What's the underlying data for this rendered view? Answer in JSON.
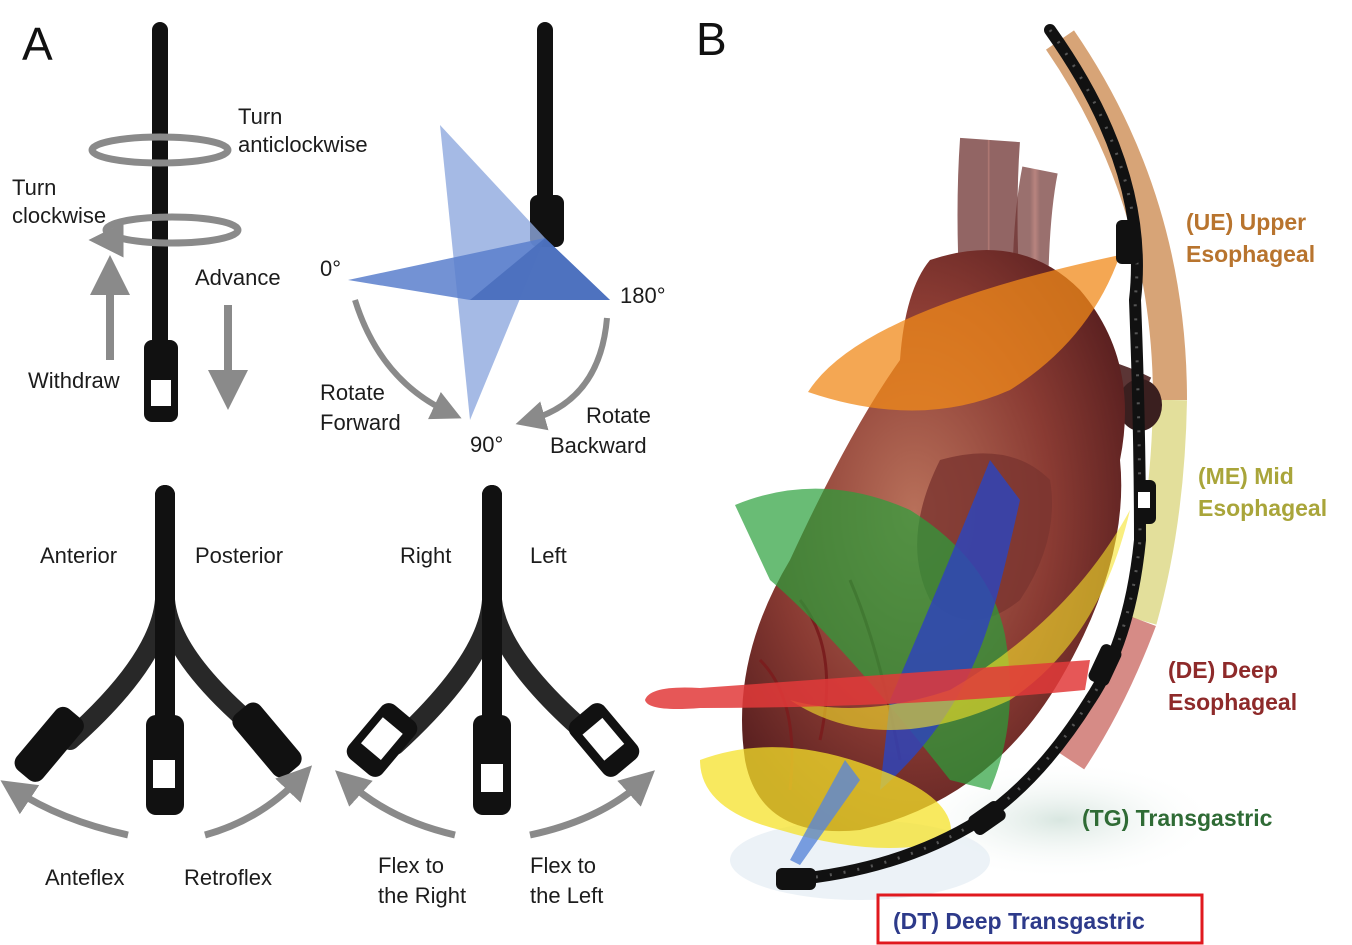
{
  "panel_a": {
    "letter": "A",
    "turn_anticlockwise": [
      "Turn",
      "anticlockwise"
    ],
    "turn_clockwise": [
      "Turn",
      "clockwise"
    ],
    "advance": "Advance",
    "withdraw": "Withdraw",
    "angle_0": "0°",
    "angle_180": "180°",
    "angle_90": "90°",
    "rotate_forward": [
      "Rotate",
      "Forward"
    ],
    "rotate_backward": [
      "Rotate",
      "Backward"
    ],
    "anterior": "Anterior",
    "posterior": "Posterior",
    "anteflex": "Anteflex",
    "retroflex": "Retroflex",
    "right": "Right",
    "left": "Left",
    "flex_right": [
      "Flex to",
      "the Right"
    ],
    "flex_left": [
      "Flex to",
      "the Left"
    ]
  },
  "panel_b": {
    "letter": "B",
    "levels": [
      {
        "lines": [
          "(UE) Upper",
          "Esophageal"
        ],
        "color": "#b8742e"
      },
      {
        "lines": [
          "(ME) Mid",
          "Esophageal"
        ],
        "color": "#a9a53a"
      },
      {
        "lines": [
          "(DE) Deep",
          "Esophageal"
        ],
        "color": "#8e2a2a"
      },
      {
        "lines": [
          "(TG) Transgastric"
        ],
        "color": "#2f6b35"
      },
      {
        "lines": [
          "(DT) Deep Transgastric"
        ],
        "color": "#2d3a8a"
      }
    ],
    "highlight_color": "#e0191f"
  }
}
